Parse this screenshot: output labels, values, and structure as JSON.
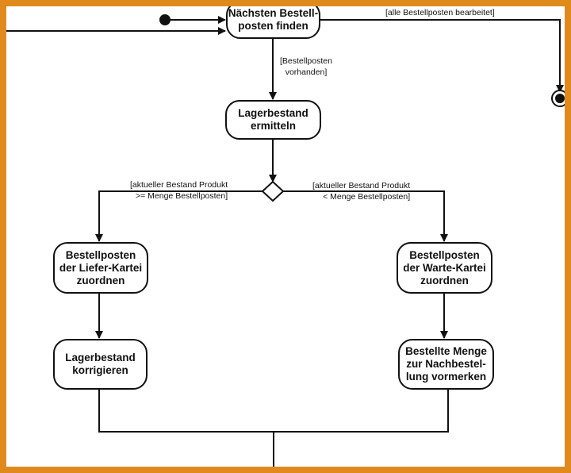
{
  "nodes": {
    "naechsten": "Nächsten Bestell-\nposten finden",
    "lagerbestand_ermitteln": "Lagerbestand\nermitteln",
    "liefer_kartei": "Bestellposten\nder Liefer-Kartei\nzuordnen",
    "warte_kartei": "Bestellposten\nder Warte-Kartei\nzuordnen",
    "lagerbestand_korrigieren": "Lagerbestand\nkorrigieren",
    "nachbestellung": "Bestellte Menge\nzur Nachbestel-\nlung vormerken"
  },
  "guards": {
    "alle_bearbeitet": "[alle Bestellposten bearbeitet]",
    "vorhanden": "[Bestellposten\nvorhanden]",
    "bestand_groesser_gleich": "[aktueller Bestand Produkt\n>= Menge Bestellposten]",
    "bestand_kleiner": "[aktueller Bestand Produkt\n< Menge Bestellposten]"
  },
  "watermark": "",
  "colors": {
    "frame": "#e08a1e",
    "stroke": "#111111",
    "background": "#ffffff"
  }
}
